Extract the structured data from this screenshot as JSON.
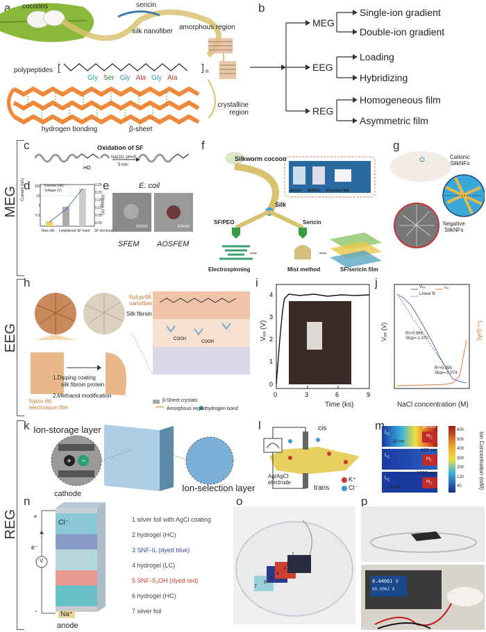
{
  "panels": {
    "a": "a",
    "b": "b",
    "c": "c",
    "d": "d",
    "e": "e",
    "f": "f",
    "g": "g",
    "h": "h",
    "i": "i",
    "j": "j",
    "k": "k",
    "l": "l",
    "m": "m",
    "n": "n",
    "o": "o",
    "p": "p"
  },
  "sections": {
    "meg": "MEG",
    "eeg": "EEG",
    "reg": "REG"
  },
  "panel_a": {
    "cocoons": "cocoons",
    "sericin": "sericin",
    "silk_nanofiber": "silk nanofiber",
    "amorphous": "amorphous region",
    "polypeptides": "polypeptides",
    "crystalline": "crystalline region",
    "hydrogen_bonding": "hydrogen bonding",
    "beta_sheet": "β-sheet",
    "residues": [
      "Gly",
      "Ser",
      "Gly",
      "Ala",
      "Gly",
      "Ala"
    ],
    "colors": [
      "#2aa0a0",
      "#2c7a3a",
      "#2aa0a0",
      "#c0392b",
      "#2aa0a0",
      "#c0392b"
    ],
    "sub_n": "n"
  },
  "panel_b": {
    "meg": "MEG",
    "eeg": "EEG",
    "reg": "REG",
    "meg_items": [
      "Single-ion gradient",
      "Double-ion gradient"
    ],
    "eeg_items": [
      "Loading",
      "Hybridizing"
    ],
    "reg_items": [
      "Homogeneous film",
      "Asymmetric film"
    ]
  },
  "panel_c": {
    "title": "Oxidation of SF",
    "cond1": "NaClO, pH=9",
    "cond2": "5 min"
  },
  "panel_d": {
    "legend_current": "Current (nA)",
    "legend_voltage": "Voltage (V)",
    "ylabel_left": "Current (nA)",
    "ylabel_right": "Voltage (V)",
    "categories": [
      "Raw silk",
      "Lyophilized SF foam",
      "SF electrospun membrane"
    ],
    "ticks_left": [
      "100",
      "10",
      "1",
      "0.1"
    ],
    "ticks_right": [
      "0.25",
      "0.20",
      "0.15",
      "0.10",
      "0.05",
      "0.00"
    ]
  },
  "panel_e": {
    "title": "E. coil",
    "scale1": "50mm",
    "scale2": "50mm",
    "label1": "SFEM",
    "label2": "AOSFEM"
  },
  "panel_f": {
    "cocoon": "Silkworm cocoon",
    "silk": "Silk",
    "sfpeo": "SF/PEO",
    "sericin": "Sericin",
    "photo_labels": [
      "Sericin",
      "SF/PEO",
      "SF/sericin film"
    ],
    "electrospinning": "Electrospinning",
    "mist": "Mist method",
    "film": "SF/sericin film"
  },
  "panel_g": {
    "cationic1": "Cationic",
    "cationic2": "SilkNFs",
    "negative1": "Negative",
    "negative2": "SilkNFs"
  },
  "panel_h": {
    "step1a": "1.Dipping coating",
    "step1b": "silk fibroin protein",
    "step2": "2.Methanol modification",
    "nylon_nano1": "Nylon-66",
    "nylon_nano2": "nanofiber",
    "silk_fibroin": "Silk fibroin",
    "nylon_film1": "Nylon-66",
    "nylon_film2": "electrospun film",
    "legend_beta": "β-Sheet crystals",
    "legend_amorphous": "Amorphous region",
    "legend_hbond": "hydrogen bond",
    "cooh": "COOH"
  },
  "panel_i": {
    "ylabel": "Vₒₔ (V)",
    "xlabel": "Time (ks)"
  },
  "panel_j": {
    "legend_voc": "Vₒₔ",
    "legend_isc": "Iₛₔ",
    "legend_fit": "Linear fit",
    "fit1a": "R²=0.996",
    "fit1b": "Slop=-1.370",
    "fit2a": "R²=0.995",
    "fit2b": "Slop=-0.074",
    "xlabel": "NaCl concentration (M)",
    "ylabel_left": "Vₒₔ (V)",
    "ylabel_right": "Iₛₔ (μA)"
  },
  "panel_k": {
    "storage": "Ion-storage layer",
    "selection": "Ion-selection layer"
  },
  "panel_l": {
    "cis": "cis",
    "trans": "trans",
    "electrode1": "Ag/AgCl",
    "electrode2": "electrode",
    "kplus": "K⁺",
    "clminus": "Cl⁻"
  },
  "panel_m": {
    "sizes": [
      "30 nm",
      "100 nm",
      "1000 nm"
    ],
    "width": "20 nm",
    "lc": "L",
    "hc": "H",
    "sub": "C",
    "cbar_label": "Ion Concentration (mM)",
    "cbar_ticks": [
      "600",
      "500",
      "400",
      "300",
      "200",
      "120",
      "40"
    ]
  },
  "panel_n": {
    "cathode": "cathode",
    "anode": "anode",
    "eminus": "e⁻",
    "volt": "V",
    "plus": "+",
    "minus": "-",
    "cl": "Cl⁻",
    "na": "Na⁺",
    "layers": [
      "1 silver foil with AgCl coating",
      "2 hydrogel (HC)",
      "3 SNF-IL (dyed blue)",
      "4 hydrogel (LC)",
      "5 SNF-S₃OH (dyed red)",
      "6 hydrogel (HC)",
      "7 silver foil"
    ]
  },
  "panel_o": {
    "numbers": [
      "1",
      "2",
      "3",
      "4",
      "5",
      "6",
      "7"
    ]
  },
  "panel_p": {
    "reading1": "0.44061 V",
    "reading2": "00.0062 A"
  }
}
